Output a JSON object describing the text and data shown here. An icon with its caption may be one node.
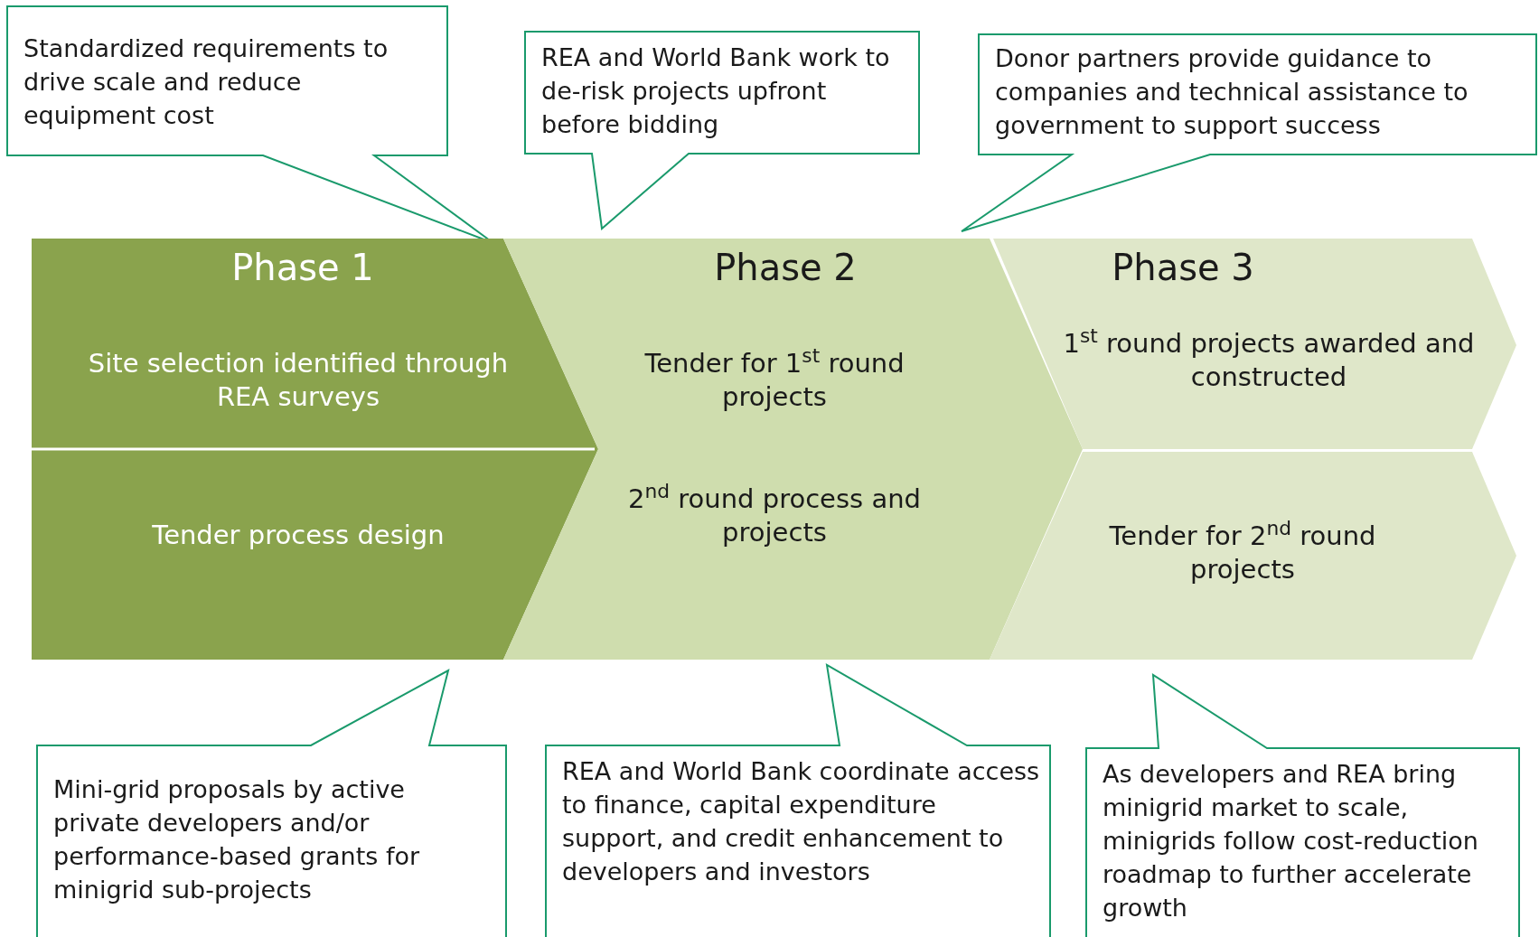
{
  "diagram": {
    "nodes": [
      {
        "text": [
          "Standardized requirements to drive scale and reduce equipment cost"
        ]
      },
      {
        "text": [
          "REA and World Bank work to de-risk projects upfront before bidding"
        ]
      },
      {
        "text": [
          "Donor partners provide guidance to companies and technical assistance to government to support success"
        ]
      },
      {
        "text": [
          "Phase 1",
          "Site selection identified through REA surveys",
          "Tender process design"
        ]
      },
      {
        "text": [
          "Phase 2",
          "Tender for 1$^{st}$ round projects",
          "2$^{nd}$ round process and projects"
        ]
      },
      {
        "text": [
          "Phase 3",
          "1$^{st}$ round projects awarded and constructed"
        ]
      },
      {
        "text": [
          "Tender for 2$^{nd}$ round projects"
        ]
      },
      {
        "text": [
          "Mini-grid proposals by active private developers and/or performance-based grants for minigrid sub-projects"
        ]
      },
      {
        "text": [
          "REA and World Bank coordinate access to finance, capital expenditure support, and credit enhancement to developers and investors"
        ]
      },
      {
        "text": [
          "As developers and REA bring minigrid market to scale, minigrids follow cost-reduction roadmap to further accelerate growth"
        ]
      }
    ]
  }
}
